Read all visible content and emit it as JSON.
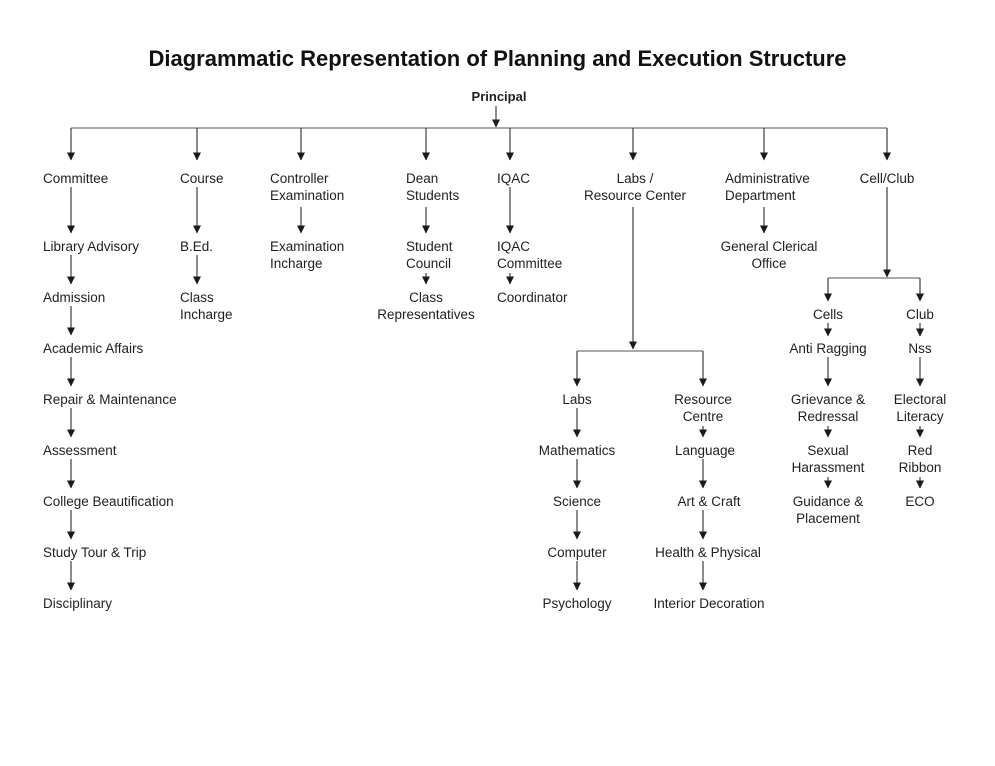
{
  "title": "Diagrammatic Representation of Planning and Execution Structure",
  "root": {
    "label": "Principal"
  },
  "branches": [
    {
      "label": "Committee",
      "children": [
        {
          "label": "Library Advisory"
        },
        {
          "label": "Admission"
        },
        {
          "label": "Academic Affairs"
        },
        {
          "label": "Repair & Maintenance"
        },
        {
          "label": "Assessment"
        },
        {
          "label": "College Beautification"
        },
        {
          "label": "Study Tour & Trip"
        },
        {
          "label": "Disciplinary"
        }
      ]
    },
    {
      "label": "Course",
      "children": [
        {
          "label": "B.Ed."
        },
        {
          "label": "Class\nIncharge"
        }
      ]
    },
    {
      "label": "Controller\nExamination",
      "children": [
        {
          "label": "Examination\nIncharge"
        }
      ]
    },
    {
      "label": "Dean\nStudents",
      "children": [
        {
          "label": "Student\nCouncil"
        },
        {
          "label": "Class\nRepresentatives"
        }
      ]
    },
    {
      "label": "IQAC",
      "children": [
        {
          "label": "IQAC\nCommittee"
        },
        {
          "label": "Coordinator"
        }
      ]
    },
    {
      "label": "Labs /\nResource Center",
      "children": [
        {
          "label": "Labs",
          "children": [
            {
              "label": "Mathematics"
            },
            {
              "label": "Science"
            },
            {
              "label": "Computer"
            },
            {
              "label": "Psychology"
            }
          ]
        },
        {
          "label": "Resource\nCentre",
          "children": [
            {
              "label": "Language"
            },
            {
              "label": "Art & Craft"
            },
            {
              "label": "Health & Physical"
            },
            {
              "label": "Interior Decoration"
            }
          ]
        }
      ]
    },
    {
      "label": "Administrative\nDepartment",
      "children": [
        {
          "label": "General Clerical\nOffice"
        }
      ]
    },
    {
      "label": "Cell/Club",
      "children": [
        {
          "label": "Cells",
          "children": [
            {
              "label": "Anti Ragging"
            },
            {
              "label": "Grievance &\nRedressal"
            },
            {
              "label": "Sexual\nHarassment"
            },
            {
              "label": "Guidance &\nPlacement"
            }
          ]
        },
        {
          "label": "Club",
          "children": [
            {
              "label": "Nss"
            },
            {
              "label": "Electoral\nLiteracy"
            },
            {
              "label": "Red\nRibbon"
            },
            {
              "label": "ECO"
            }
          ]
        }
      ]
    }
  ],
  "colors": {
    "line": "#2e2e2e",
    "text": "#1f1f1f",
    "background": "#ffffff"
  }
}
